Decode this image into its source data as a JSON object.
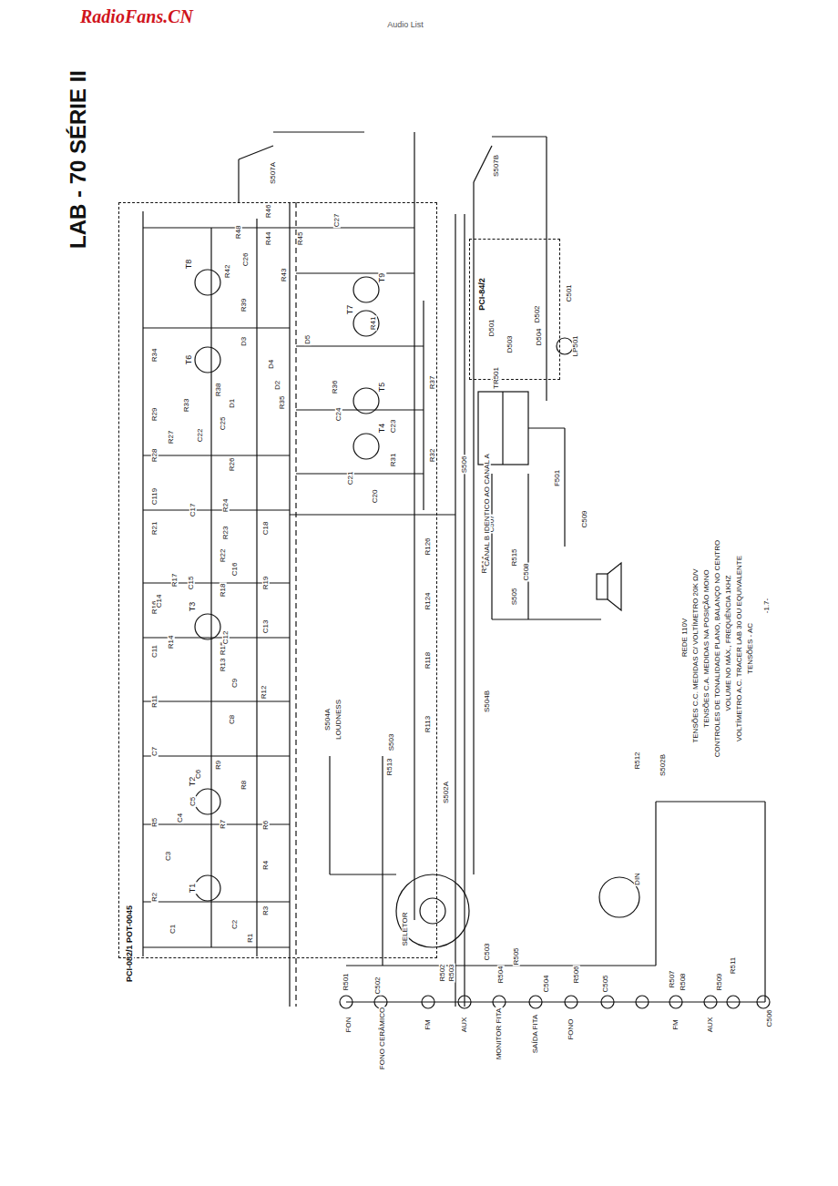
{
  "diagram": {
    "nodes": [
      {
        "text": [
          "PCI-082/1 POT-0045"
        ]
      },
      {
        "text": [
          "PCI-84/2"
        ]
      }
    ],
    "labels": [
      "RadioFans.CN",
      "Audio List",
      "LAB - 70 SÉRIE II",
      "T1",
      "T2",
      "T3",
      "T4",
      "T5",
      "T6",
      "T7",
      "T8",
      "T9",
      "R1",
      "R2",
      "R3",
      "R4",
      "R5",
      "R6",
      "R7",
      "R8",
      "R9",
      "R11",
      "R12",
      "R13",
      "R14",
      "R15",
      "R16",
      "R17",
      "R18",
      "R19",
      "R21",
      "R22",
      "R23",
      "R24",
      "R26",
      "R27",
      "R28",
      "R29",
      "R31",
      "R32",
      "R33",
      "R34",
      "R35",
      "R36",
      "R37",
      "R38",
      "R39",
      "R41",
      "R42",
      "R43",
      "R44",
      "R45",
      "R46",
      "R48",
      "C1",
      "C2",
      "C3",
      "C4",
      "C5",
      "C6",
      "C7",
      "C8",
      "C9",
      "C11",
      "C12",
      "C13",
      "C14",
      "C15",
      "C16",
      "C17",
      "C18",
      "C119",
      "C20",
      "C21",
      "C22",
      "C23",
      "C24",
      "C25",
      "C26",
      "C27",
      "D1",
      "D2",
      "D3",
      "D4",
      "D5",
      "S507A",
      "S507B",
      "D501",
      "D502",
      "D503",
      "D504",
      "C501",
      "LP501",
      "TR501",
      "S506",
      "F501",
      "C509",
      "C508",
      "C507",
      "R514",
      "R515",
      "S505",
      "R126",
      "R124",
      "R118",
      "R113",
      "S504B",
      "S503",
      "R513",
      "S502A",
      "S504A",
      "LOUDNESS",
      "CANAL B IDENTICO AO CANAL A",
      "R512",
      "S502B",
      "SELETOR",
      "DIN",
      "R501",
      "C502",
      "R502",
      "R503",
      "C503",
      "R504",
      "R505",
      "C504",
      "R506",
      "C505",
      "R507",
      "R508",
      "R509",
      "R511",
      "C506",
      "FON",
      "FONO CERÂMICO",
      "FM",
      "AUX",
      "MONITOR FITA",
      "SAÍDA FITA",
      "FONO",
      "FM",
      "AUX",
      "REDE 110V",
      "TENSÕES C.C. MEDIDAS C/ VOLTÍMETRO 20K Ω/V",
      "TENSÕES C.A. MEDIDAS NA POSIÇÃO MONO",
      "CONTROLES DE TONALIDADE PLANO, BALANÇO NO CENTRO",
      "VOLUME NO MÁX., FREQUÊNCIA 1KHZ",
      "VOLTÍMETRO A.C. TRACER LAB 30 OU EQUIVALENTE",
      "TENSÕES - AC",
      "-1.7-"
    ]
  }
}
